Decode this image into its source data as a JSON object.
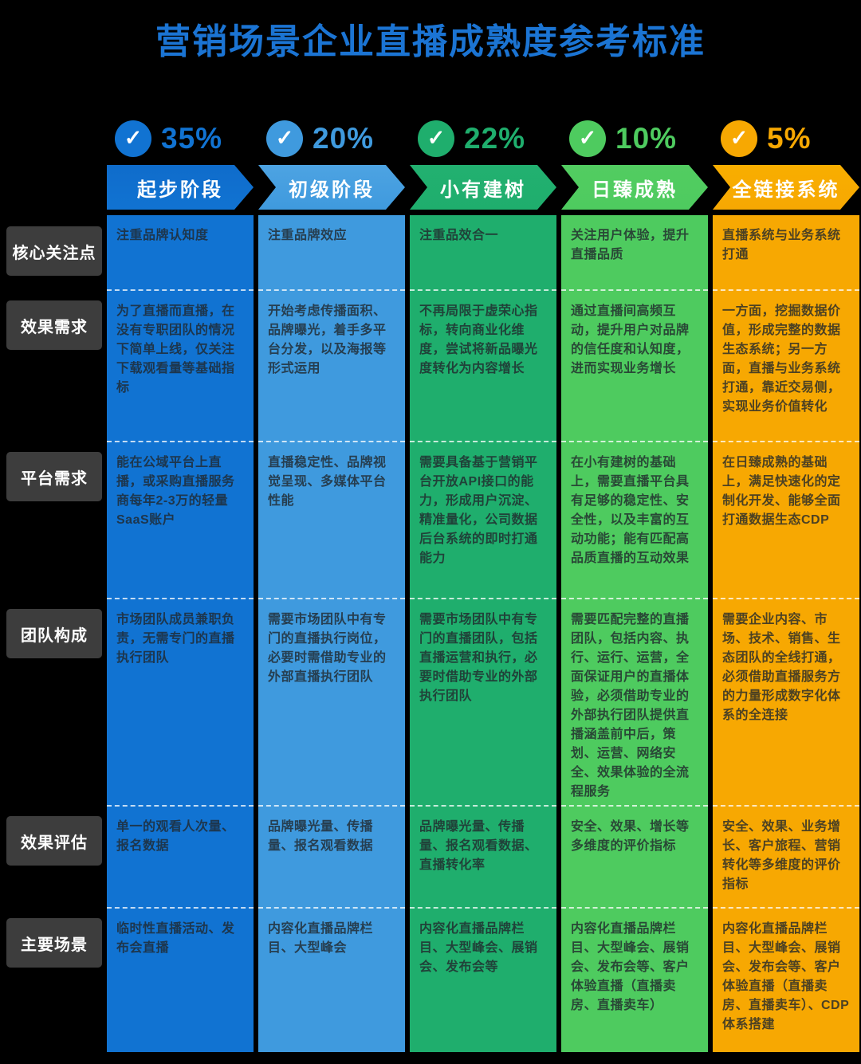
{
  "title": "营销场景企业直播成熟度参考标准",
  "colors": {
    "background": "#000000",
    "title": "#1b74d3",
    "row_header_bg": "#3d3d3d",
    "row_header_text": "#ffffff",
    "cell_text": "#20272c",
    "separator": "#ffffff",
    "check_icon": "#ffffff"
  },
  "rows": [
    {
      "key": "core_focus",
      "label": "核心关注点"
    },
    {
      "key": "effect_demand",
      "label": "效果需求"
    },
    {
      "key": "platform_demand",
      "label": "平台需求"
    },
    {
      "key": "team",
      "label": "团队构成"
    },
    {
      "key": "evaluation",
      "label": "效果评估"
    },
    {
      "key": "scenarios",
      "label": "主要场景"
    }
  ],
  "columns": [
    {
      "stage": "起步阶段",
      "percent": "35%",
      "check_icon": "check-icon",
      "colors": {
        "header": "#0f6ccb",
        "cell": "#1173d2"
      },
      "cells": {
        "core_focus": "注重品牌认知度",
        "effect_demand": "为了直播而直播，在没有专职团队的情况下简单上线，仅关注下载观看量等基础指标",
        "platform_demand": "能在公域平台上直播，或采购直播服务商每年2-3万的轻量SaaS账户",
        "team": "市场团队成员兼职负责，无需专门的直播执行团队",
        "evaluation": "单一的观看人次量、报名数据",
        "scenarios": "临时性直播活动、发布会直播"
      }
    },
    {
      "stage": "初级阶段",
      "percent": "20%",
      "check_icon": "check-icon",
      "colors": {
        "header": "#4da3e2",
        "cell": "#3f9ade"
      },
      "cells": {
        "core_focus": "注重品牌效应",
        "effect_demand": "开始考虑传播面积、品牌曝光，着手多平台分发，以及海报等形式运用",
        "platform_demand": "直播稳定性、品牌视觉呈现、多媒体平台性能",
        "team": "需要市场团队中有专门的直播执行岗位，必要时需借助专业的外部直播执行团队",
        "evaluation": "品牌曝光量、传播量、报名观看数据",
        "scenarios": "内容化直播品牌栏目、大型峰会"
      }
    },
    {
      "stage": "小有建树",
      "percent": "22%",
      "check_icon": "check-icon",
      "colors": {
        "header": "#22b070",
        "cell": "#1fae6d"
      },
      "cells": {
        "core_focus": "注重品效合一",
        "effect_demand": "不再局限于虚荣心指标，转向商业化维度，尝试将新品曝光度转化为内容增长",
        "platform_demand": "需要具备基于营销平台开放API接口的能力，形成用户沉淀、精准量化，公司数据后台系统的即时打通能力",
        "team": "需要市场团队中有专门的直播团队，包括直播运营和执行，必要时借助专业的外部执行团队",
        "evaluation": "品牌曝光量、传播量、报名观看数据、直播转化率",
        "scenarios": "内容化直播品牌栏目、大型峰会、展销会、发布会等"
      }
    },
    {
      "stage": "日臻成熟",
      "percent": "10%",
      "check_icon": "check-icon",
      "colors": {
        "header": "#52cc61",
        "cell": "#4ecb5f"
      },
      "cells": {
        "core_focus": "关注用户体验，提升直播品质",
        "effect_demand": "通过直播间高频互动，提升用户对品牌的信任度和认知度，进而实现业务增长",
        "platform_demand": "在小有建树的基础上，需要直播平台具有足够的稳定性、安全性，以及丰富的互动功能；能有匹配高品质直播的互动效果",
        "team": "需要匹配完整的直播团队，包括内容、执行、运行、运营，全面保证用户的直播体验，必须借助专业的外部执行团队提供直播涵盖前中后，策划、运营、网络安全、效果体验的全流程服务",
        "evaluation": "安全、效果、增长等多维度的评价指标",
        "scenarios": "内容化直播品牌栏目、大型峰会、展销会、发布会等、客户体验直播（直播卖房、直播卖车）"
      }
    },
    {
      "stage": "全链接系统",
      "percent": "5%",
      "check_icon": "check-icon",
      "colors": {
        "header": "#f8ae00",
        "cell": "#f7a802"
      },
      "cells": {
        "core_focus": "直播系统与业务系统打通",
        "effect_demand": "一方面，挖掘数据价值，形成完整的数据生态系统；另一方面，直播与业务系统打通，靠近交易侧，实现业务价值转化",
        "platform_demand": "在日臻成熟的基础上，满足快速化的定制化开发、能够全面打通数据生态CDP",
        "team": "需要企业内容、市场、技术、销售、生态团队的全线打通，必须借助直播服务方的力量形成数字化体系的全连接",
        "evaluation": "安全、效果、业务增长、客户旅程、营销转化等多维度的评价指标",
        "scenarios": "内容化直播品牌栏目、大型峰会、展销会、发布会等、客户体验直播（直播卖房、直播卖车）、CDP体系搭建"
      }
    }
  ]
}
